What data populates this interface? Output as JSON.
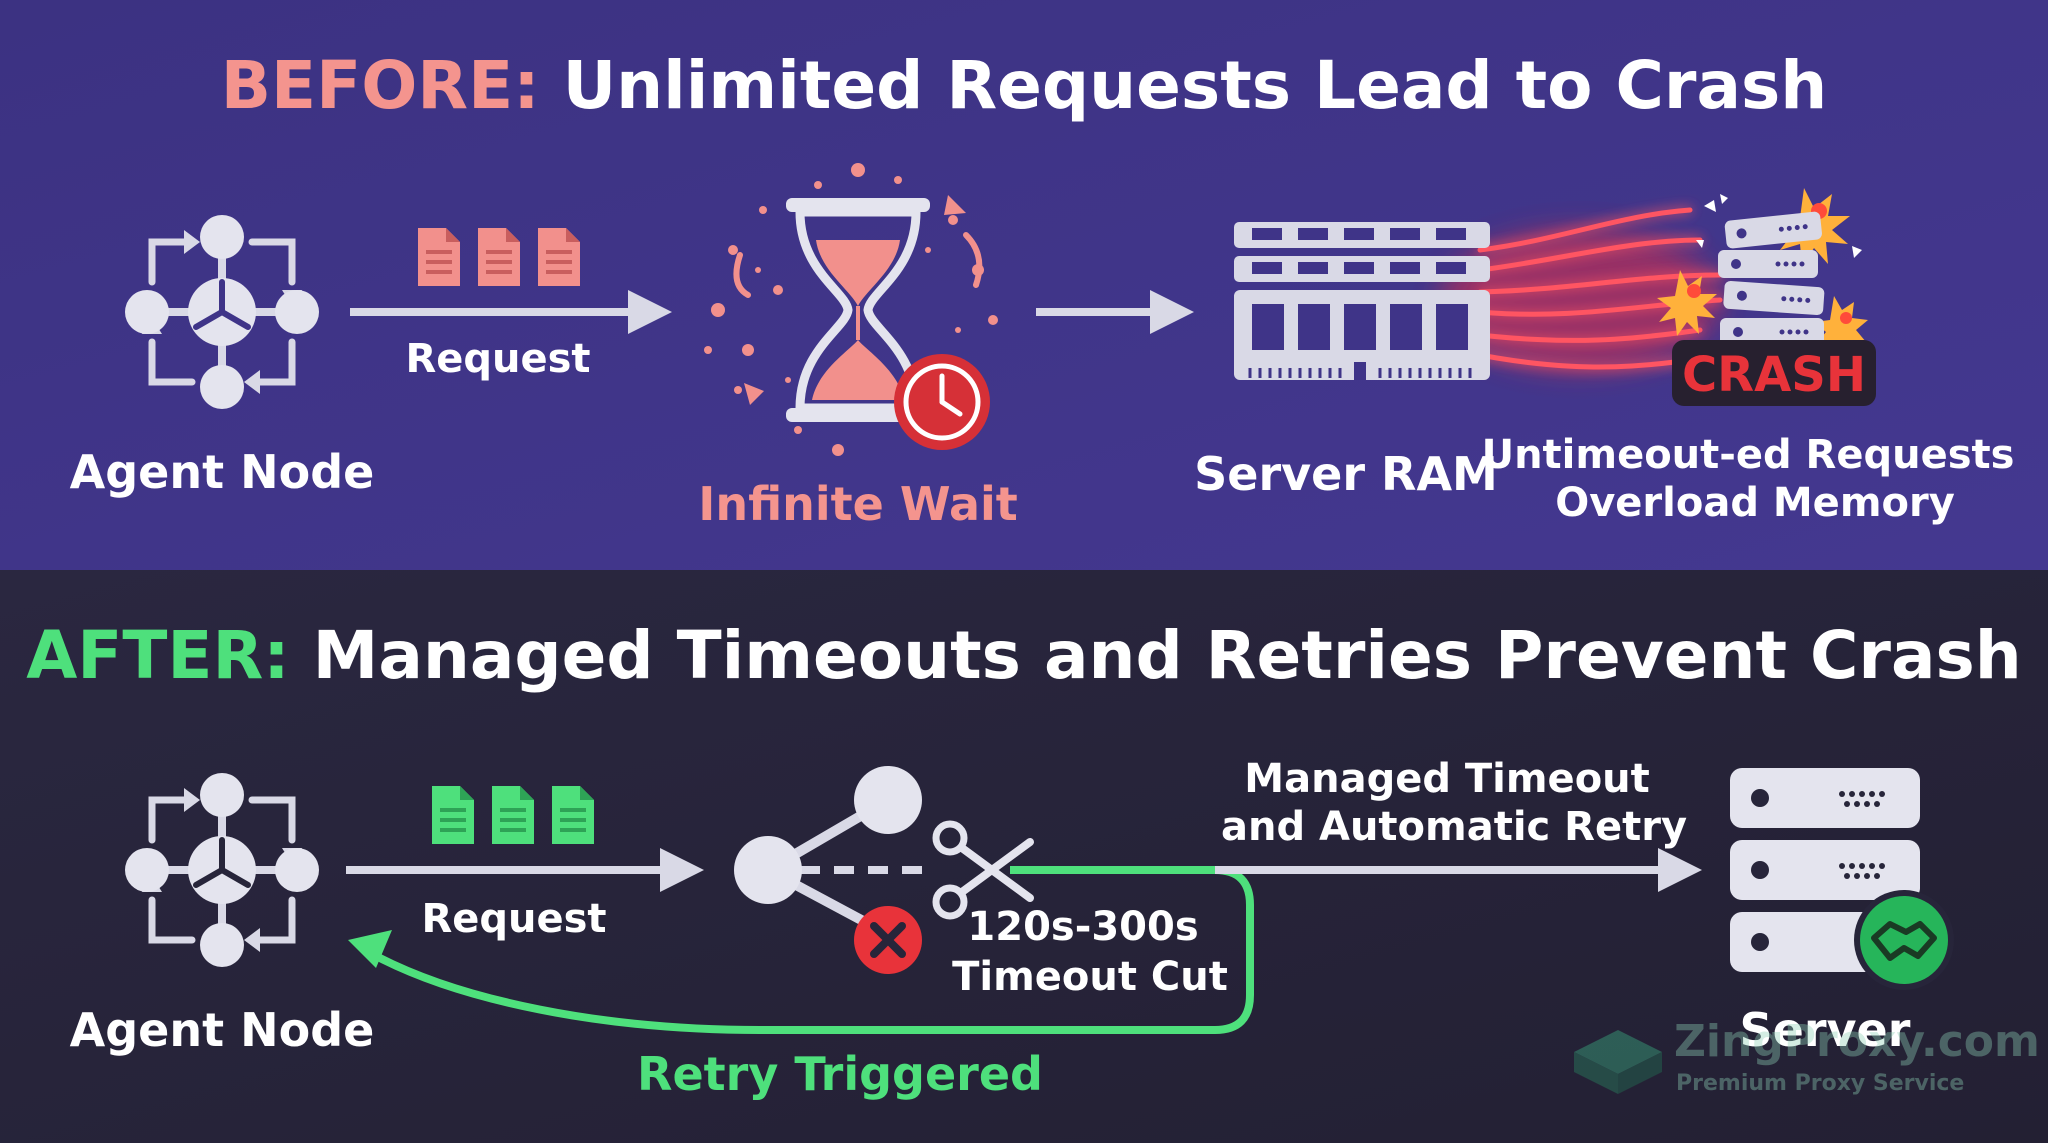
{
  "before": {
    "title_prefix": "BEFORE:",
    "title_rest": "Unlimited Requests Lead to Crash",
    "agent_label": "Agent Node",
    "request_label": "Request",
    "wait_label": "Infinite Wait",
    "ram_label": "Server RAM",
    "crash_label": "CRASH",
    "overload_line1": "Untimeout-ed Requests",
    "overload_line2": "Overload Memory"
  },
  "after": {
    "title_prefix": "AFTER:",
    "title_rest": "Managed Timeouts and Retries Prevent Crash",
    "agent_label": "Agent Node",
    "request_label": "Request",
    "managed_line1": "Managed Timeout",
    "managed_line2": "and Automatic Retry",
    "timeout_line1": "120s-300s",
    "timeout_line2": "Timeout Cut",
    "retry_label": "Retry Triggered",
    "server_label": "Server"
  },
  "watermark": {
    "brand": "ZingProxy.com",
    "tagline": "Premium Proxy Service"
  },
  "colors": {
    "before_bg": "#3f3488",
    "after_bg": "#27253a",
    "before_accent": "#f4948e",
    "after_accent": "#4ee07c",
    "crash_red": "#e8333a",
    "text": "#ffffff"
  }
}
